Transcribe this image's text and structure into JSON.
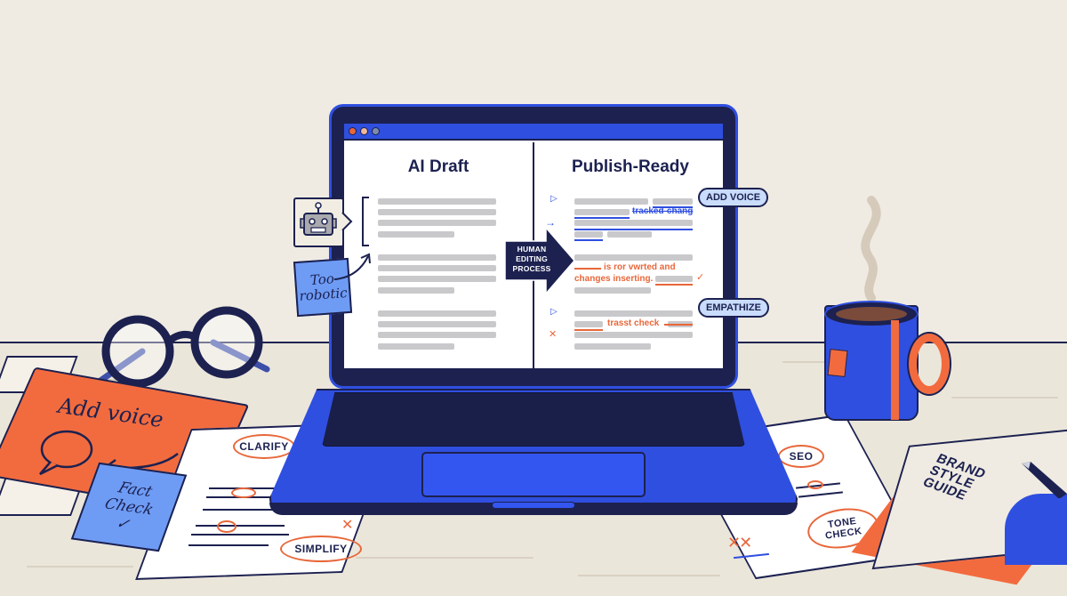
{
  "scene": {
    "description": "Illustration of a laptop on a desk showing AI draft being edited into publish-ready content",
    "colors": {
      "background": "#efebe2",
      "navy": "#1c2150",
      "royal_blue": "#2f4fe0",
      "orange": "#f26b3e",
      "light_blue": "#6e9cf5",
      "bubble_blue": "#c9dcfb",
      "placeholder_gray": "#c9c9cc"
    }
  },
  "laptop": {
    "window_dots": [
      "#e8673a",
      "#f0b89a",
      "#7e8cb0"
    ],
    "left_pane": {
      "title": "AI Draft"
    },
    "right_pane": {
      "title": "Publish-Ready",
      "edits": {
        "tracked": "tracked-chang",
        "line_a": "is ror vwrted and",
        "line_b": "changes inserting.",
        "line_c": "trasst check"
      },
      "markers": {
        "play": "▷",
        "arrow": "→",
        "check": "✓",
        "cross": "✕"
      }
    },
    "process_arrow": {
      "line1": "HUMAN",
      "line2": "EDITING",
      "line3": "PROCESS"
    }
  },
  "callouts": {
    "add_voice": "ADD VOICE",
    "empathize": "EMPATHIZE"
  },
  "sticky_notes": {
    "robotic": {
      "line1": "Too",
      "line2": "robotic"
    },
    "voice": "Add voice",
    "fact": {
      "line1": "Fact",
      "line2": "Check",
      "mark": "✓"
    }
  },
  "papers": {
    "left": {
      "circle1": "CLARIFY",
      "circle2": "SIMPLIFY",
      "mark": "✕"
    },
    "right": {
      "circle1": "SEO",
      "circle2_line1": "TONE",
      "circle2_line2": "CHECK",
      "marks": "✕✕"
    }
  },
  "book": {
    "line1": "BRAND",
    "line2": "STYLE",
    "line3": "GUIDE"
  }
}
